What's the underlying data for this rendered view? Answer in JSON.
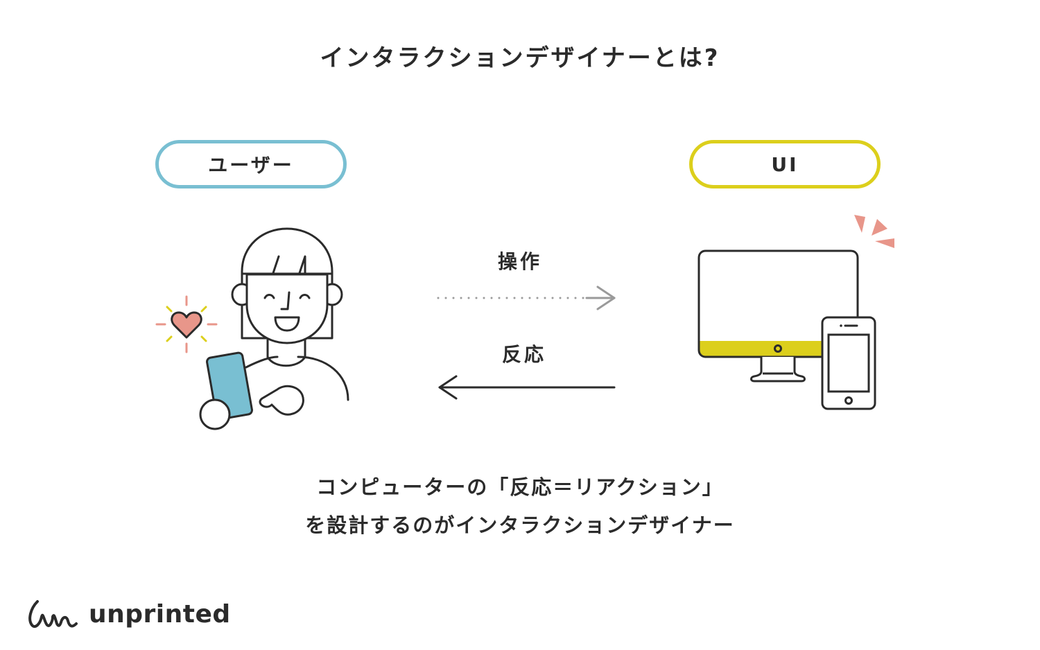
{
  "title": "インタラクションデザイナーとは?",
  "user_pill": {
    "label": "ユーザー"
  },
  "ui_pill": {
    "label": "UI"
  },
  "arrows": {
    "operation_label": "操作",
    "reaction_label": "反応"
  },
  "caption": {
    "line1": "コンピューターの「反応＝リアクション」",
    "line2": "を設計するのがインタラクションデザイナー"
  },
  "logo": {
    "text": "unprinted"
  },
  "colors": {
    "user_accent": "#79bfd2",
    "ui_accent": "#dccf1c",
    "heart": "#e8968a",
    "ink": "#2b2b2b",
    "dotted_arrow": "#9a9a9a"
  }
}
